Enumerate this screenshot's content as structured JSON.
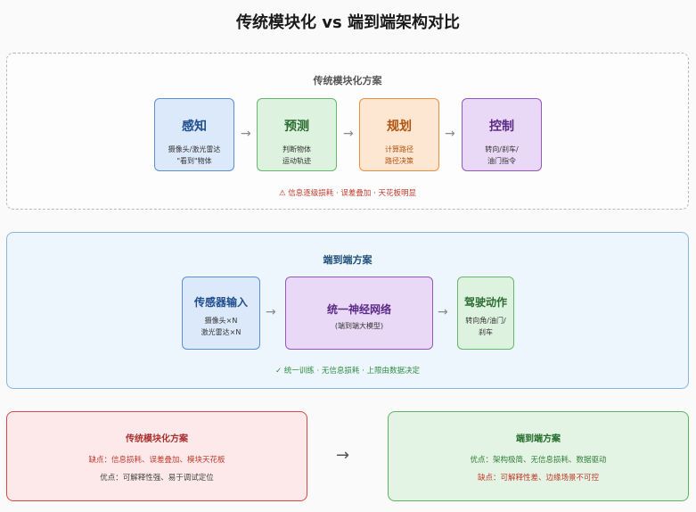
{
  "title": "传统模块化 vs 端到端架构对比",
  "traditional": {
    "heading": "传统模块化方案",
    "modules": [
      {
        "title": "感知",
        "sub1": "摄像头/激光雷达",
        "sub2": "\"看到\"物体",
        "color": "blue"
      },
      {
        "title": "预测",
        "sub1": "判断物体",
        "sub2": "运动轨迹",
        "color": "green"
      },
      {
        "title": "规划",
        "sub1": "计算路径",
        "sub2": "路径决策",
        "color": "orange"
      },
      {
        "title": "控制",
        "sub1": "转向/刹车/",
        "sub2": "油门指令",
        "color": "purple"
      }
    ],
    "arrow": "→",
    "warning": "⚠ 信息逐级损耗 · 误差叠加 · 天花板明显"
  },
  "end_to_end": {
    "heading": "端到端方案",
    "input": {
      "title": "传感器输入",
      "sub1": "摄像头×N",
      "sub2": "激光雷达×N"
    },
    "network": {
      "title": "统一神经网络",
      "sub1": "(端到端大模型)"
    },
    "output": {
      "title": "驾驶动作",
      "sub1": "转向角/油门/",
      "sub2": "刹车"
    },
    "arrow": "→",
    "note": "✓ 统一训练 · 无信息损耗 · 上限由数据决定"
  },
  "comparison": {
    "traditional": {
      "title": "传统模块化方案",
      "line1": "缺点：信息损耗、误差叠加、模块天花板",
      "line2": "优点：可解释性强、易于调试定位"
    },
    "arrow": "→",
    "end_to_end": {
      "title": "端到端方案",
      "line1": "优点：架构极简、无信息损耗、数据驱动",
      "line2": "缺点：可解释性差、边缘场景不可控"
    }
  },
  "colors": {
    "blue": "#5d8fd6",
    "green": "#67b66b",
    "orange": "#eb8f3d",
    "purple": "#9059bd",
    "red": "#d94747",
    "e2e_panel": "#86b6dd"
  }
}
